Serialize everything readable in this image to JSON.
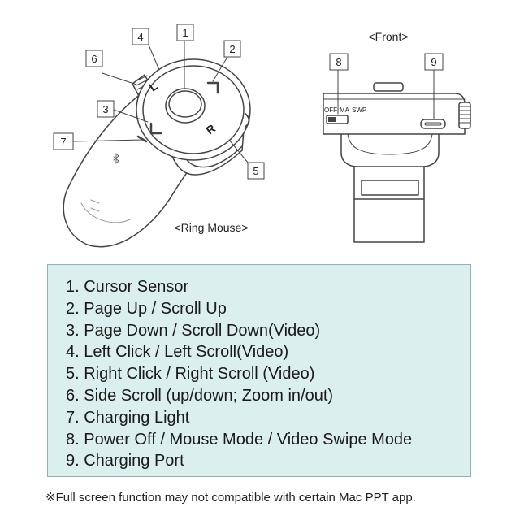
{
  "callouts": {
    "c1": "1",
    "c2": "2",
    "c3": "3",
    "c4": "4",
    "c5": "5",
    "c6": "6",
    "c7": "7",
    "c8": "8",
    "c9": "9"
  },
  "switch_labels": {
    "off": "OFF",
    "ma": "MA",
    "swp": "SWP"
  },
  "button_letters": {
    "left": "L",
    "right": "R"
  },
  "captions": {
    "ring_mouse": "<Ring Mouse>",
    "front": "<Front>"
  },
  "legend": [
    "1. Cursor Sensor",
    "2. Page Up / Scroll Up",
    "3. Page Down / Scroll Down(Video)",
    "4. Left Click / Left Scroll(Video)",
    "5. Right Click / Right Scroll (Video)",
    "6. Side Scroll (up/down; Zoom in/out)",
    "7. Charging Light",
    "8. Power Off / Mouse Mode / Video Swipe Mode",
    "9. Charging Port"
  ],
  "footnote": "※Full screen function may not compatible with certain Mac PPT app.",
  "colors": {
    "legend_bg": "#dcefef",
    "legend_border": "#8fb3b3",
    "line": "#444444"
  }
}
